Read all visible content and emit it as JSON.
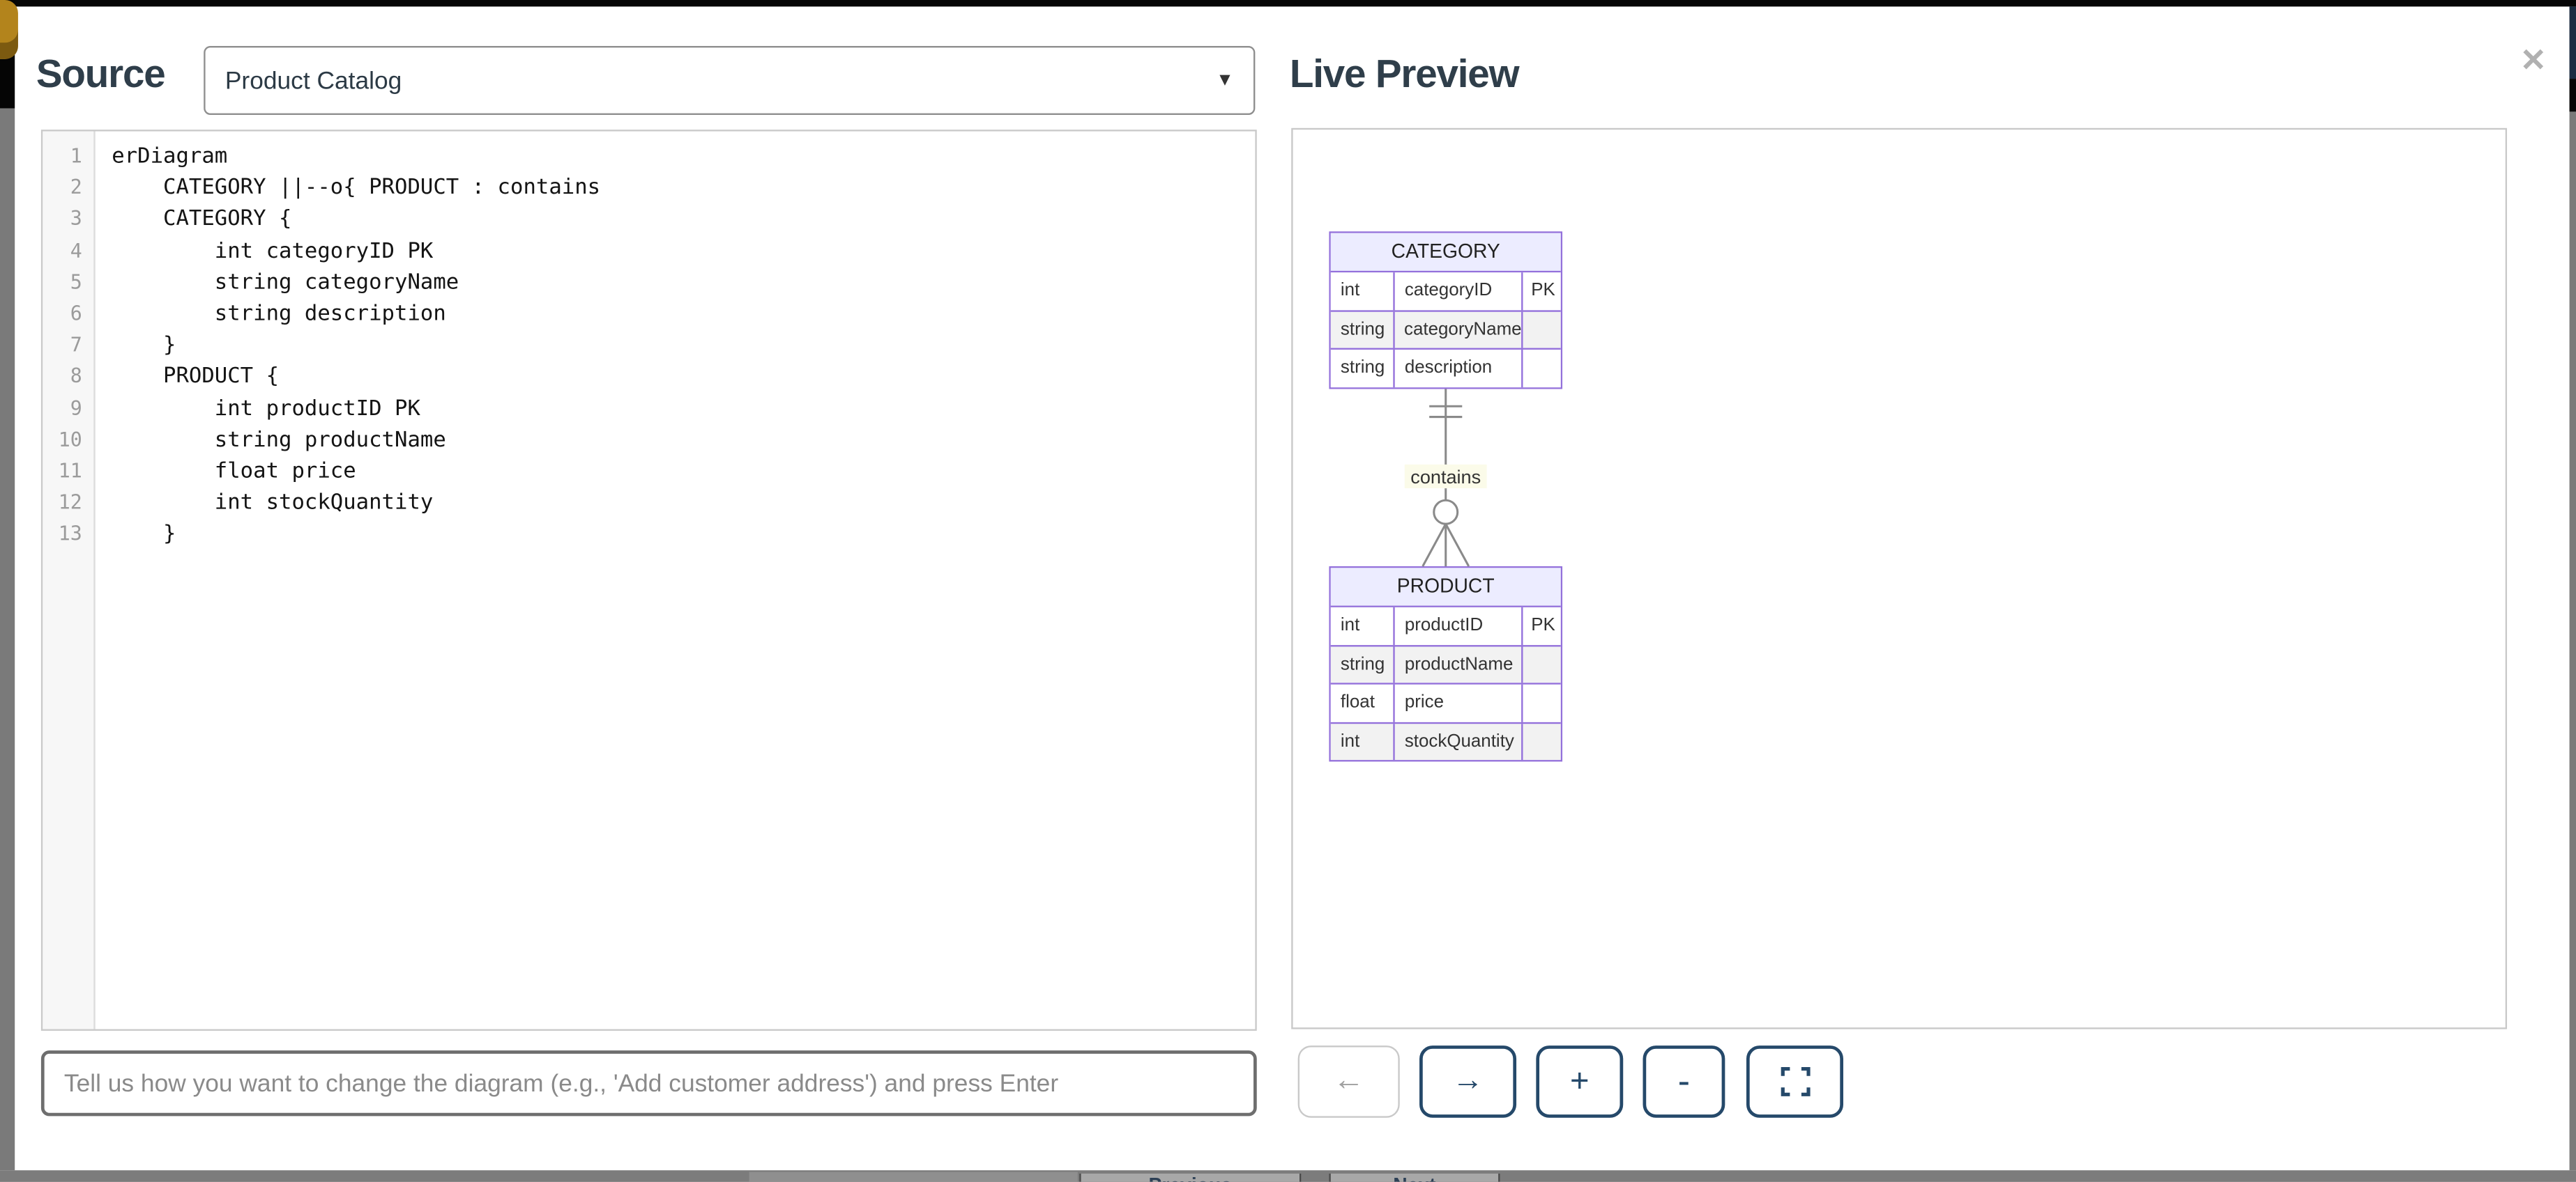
{
  "header": {
    "source_label": "Source",
    "diagram_select_value": "Product Catalog",
    "select_caret": "▼",
    "preview_label": "Live Preview",
    "close_glyph": "✕"
  },
  "editor": {
    "lines": [
      "erDiagram",
      "    CATEGORY ||--o{ PRODUCT : contains",
      "    CATEGORY {",
      "        int categoryID PK",
      "        string categoryName",
      "        string description",
      "    }",
      "    PRODUCT {",
      "        int productID PK",
      "        string productName",
      "        float price",
      "        int stockQuantity",
      "    }"
    ]
  },
  "prompt": {
    "placeholder": "Tell us how you want to change the diagram (e.g., 'Add customer address') and press Enter"
  },
  "diagram": {
    "entities": [
      {
        "name": "CATEGORY",
        "rows": [
          [
            "int",
            "categoryID",
            "PK"
          ],
          [
            "string",
            "categoryName",
            ""
          ],
          [
            "string",
            "description",
            ""
          ]
        ]
      },
      {
        "name": "PRODUCT",
        "rows": [
          [
            "int",
            "productID",
            "PK"
          ],
          [
            "string",
            "productName",
            ""
          ],
          [
            "float",
            "price",
            ""
          ],
          [
            "int",
            "stockQuantity",
            ""
          ]
        ]
      }
    ],
    "relationship": {
      "from": "CATEGORY",
      "to": "PRODUCT",
      "label": "contains",
      "cardinality": "||--o{"
    }
  },
  "toolbar": {
    "undo_icon": "←",
    "redo_icon": "→",
    "zoom_in_icon": "+",
    "zoom_out_icon": "-"
  },
  "background_page": {
    "partial_buttons": [
      "Previous",
      "Next"
    ]
  },
  "colors": {
    "entity_border": "#9370DB",
    "entity_header_bg": "#ECECFF",
    "entity_alt_row_bg": "#F2F2F2",
    "relationship_line": "#8A8A8A",
    "relationship_label_bg": "#FBFBE9",
    "toolbar_accent": "#25496A",
    "title_text": "#2F3E4A",
    "page_edge": "#7A7A7A"
  }
}
